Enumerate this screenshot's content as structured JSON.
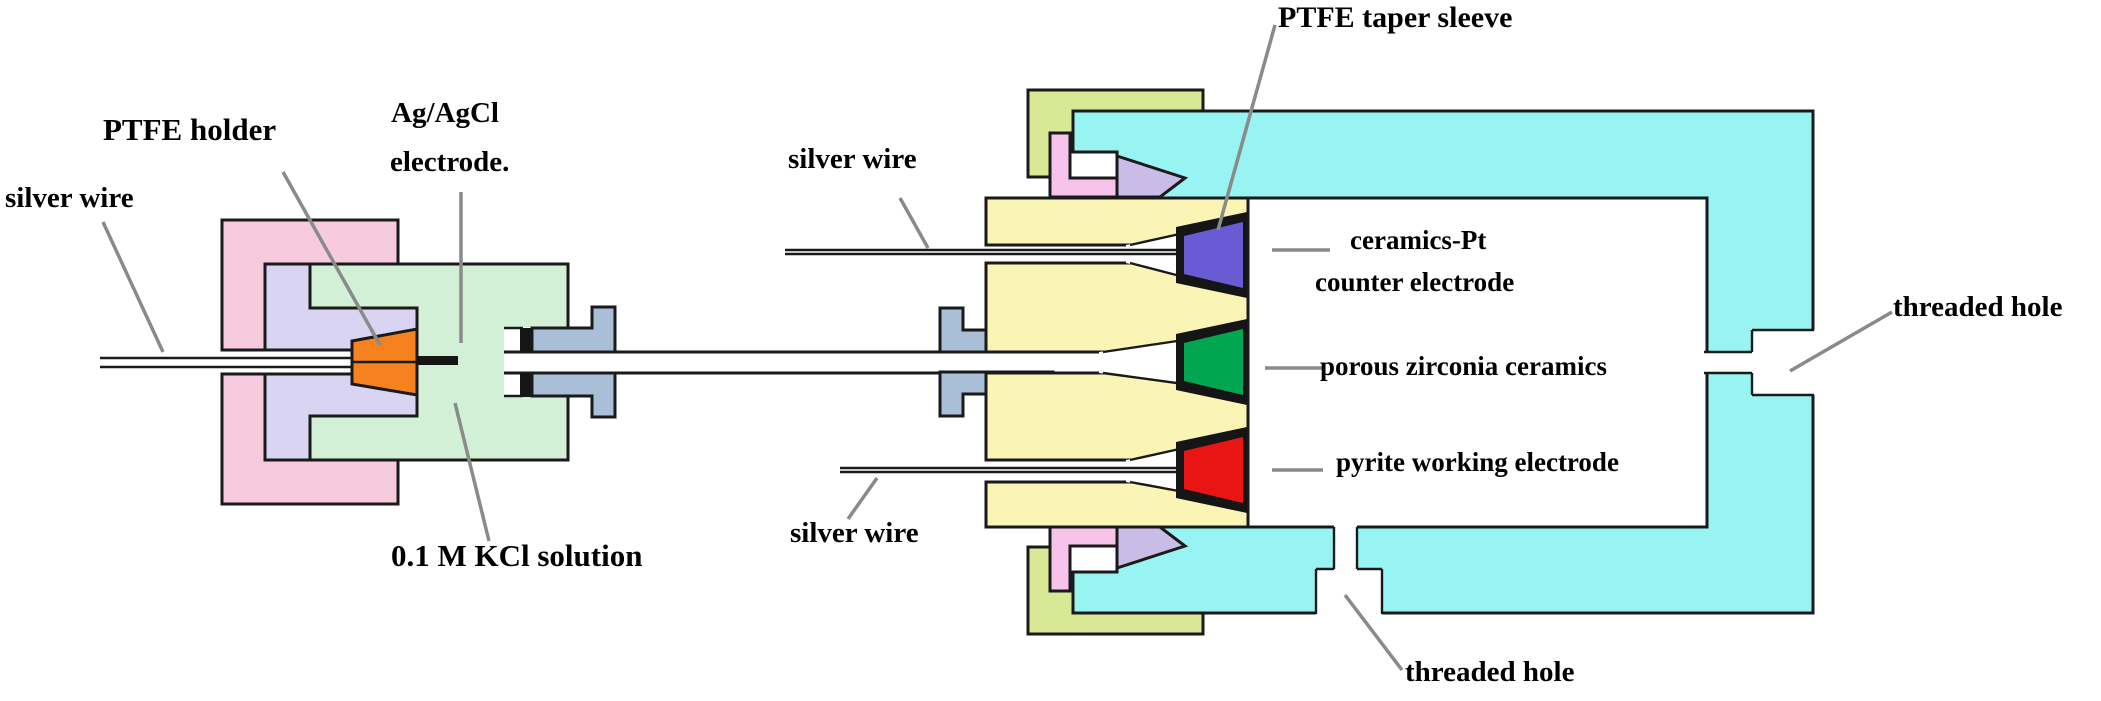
{
  "figure": {
    "kind": "cross-section diagram of electrochemical cell with reference electrode assembly"
  },
  "labels": {
    "silver_wire_left": "silver wire",
    "ptfe_holder": "PTFE holder",
    "ag_agcl_line1": "Ag/AgCl",
    "ag_agcl_line2": "electrode.",
    "kcl_solution": "0.1 M KCl solution",
    "silver_wire_top": "silver wire",
    "silver_wire_bottom": "silver wire",
    "ptfe_taper_sleeve": "PTFE taper sleeve",
    "counter_electrode_line1": "ceramics-Pt",
    "counter_electrode_line2": "counter electrode",
    "porous_zirconia": "porous zirconia ceramics",
    "pyrite_working": "pyrite working electrode",
    "threaded_hole_right": "threaded hole",
    "threaded_hole_bottom": "threaded hole"
  },
  "colors": {
    "pink_shell": "#F7CBDD",
    "lavender_insert": "#D9D4F2",
    "green_cap": "#D2F0D6",
    "orange_ptfe_holder": "#F5821F",
    "steel_flange": "#A9BFD8",
    "seal_black": "#151515",
    "yellow_body": "#FAF5B5",
    "lime_bracket": "#D8E895",
    "cyan_vessel": "#97F4F2",
    "pink_clamp": "#F7C3EA",
    "lavender_wedge": "#C9BCE6",
    "blue_counter_electrode": "#6A5BD4",
    "green_zirconia": "#00A651",
    "red_pyrite_electrode": "#E91515",
    "white": "#FFFFFF",
    "leader_gray": "#8A8A8A",
    "outline": "#1a1a1a"
  }
}
